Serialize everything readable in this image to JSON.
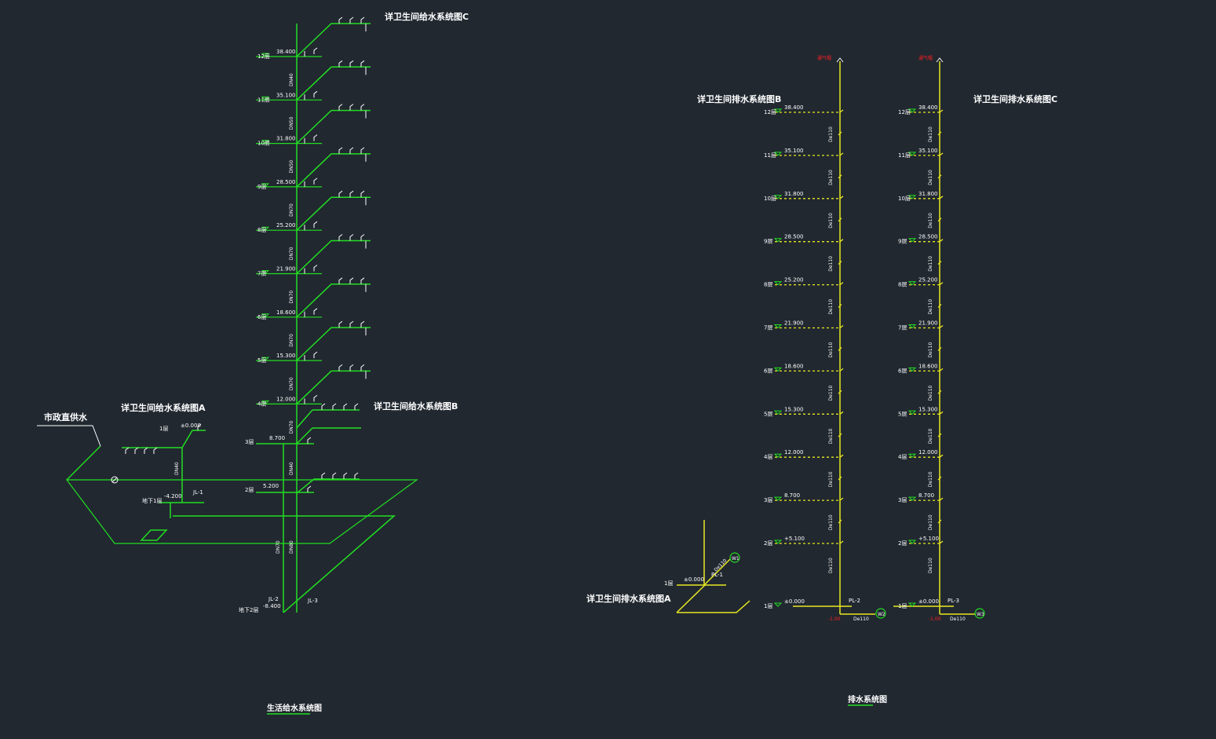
{
  "colors": {
    "background": "#212830",
    "supply_pipe": "#22dd22",
    "drain_pipe": "#e8e820",
    "text": "#ffffff",
    "marker_red": "#ff2020",
    "fixture": "#ffffff"
  },
  "supply": {
    "main_title": "生活给水系统图",
    "title_a": "详卫生间给水系统图A",
    "title_b": "详卫生间给水系统图B",
    "title_c": "详卫生间给水系统图C",
    "municipal_label": "市政直供水",
    "floors": [
      {
        "floor": "12层",
        "elev": "38.400",
        "pipe": "DN40"
      },
      {
        "floor": "11层",
        "elev": "35.100",
        "pipe": "DN50"
      },
      {
        "floor": "10层",
        "elev": "31.800",
        "pipe": "DN50"
      },
      {
        "floor": "9层",
        "elev": "28.500",
        "pipe": "DN70"
      },
      {
        "floor": "8层",
        "elev": "25.200",
        "pipe": "DN70"
      },
      {
        "floor": "7层",
        "elev": "21.900",
        "pipe": "DN70"
      },
      {
        "floor": "6层",
        "elev": "18.600",
        "pipe": "DN70"
      },
      {
        "floor": "5层",
        "elev": "15.300",
        "pipe": "DN70"
      },
      {
        "floor": "4层",
        "elev": "12.000",
        "pipe": "DN70"
      }
    ],
    "lower": {
      "floor1": "1层",
      "elev1": "±0.000",
      "floor3": "3层",
      "elev3": "8.700",
      "floor2": "2层",
      "elev2": "5.200",
      "basement": "地下1层",
      "elev_b": "-4.200",
      "tag_1": "JL-1",
      "basement2": "地下2层",
      "elev_b2": "-8.400",
      "tag_2": "JL-2",
      "tag_3": "JL-3",
      "riser_a": "DN40",
      "riser_main_1": "DN70",
      "riser_main_2": "DN80",
      "riser_mid": "DN40"
    }
  },
  "drain": {
    "main_title": "排水系统图",
    "title_a": "详卫生间排水系统图A",
    "title_b": "详卫生间排水系统图B",
    "title_c": "详卫生间排水系统图C",
    "top_marker": "通气帽",
    "pipe_label": "De110",
    "floors": [
      {
        "floor": "12层",
        "elev": "38.400"
      },
      {
        "floor": "11层",
        "elev": "35.100"
      },
      {
        "floor": "10层",
        "elev": "31.800"
      },
      {
        "floor": "9层",
        "elev": "28.500"
      },
      {
        "floor": "8层",
        "elev": "25.200"
      },
      {
        "floor": "7层",
        "elev": "21.900"
      },
      {
        "floor": "6层",
        "elev": "18.600"
      },
      {
        "floor": "5层",
        "elev": "15.300"
      },
      {
        "floor": "4层",
        "elev": "12.000"
      },
      {
        "floor": "3层",
        "elev": "8.700"
      },
      {
        "floor": "2层",
        "elev": "+5.100"
      },
      {
        "floor": "1层",
        "elev": "±0.000"
      }
    ],
    "bottom": {
      "tag_b": "PL-2",
      "tag_c": "PL-3",
      "tag_a": "PL-1",
      "red_b": "-1.00",
      "red_c": "-1.00",
      "outlet_b": "W2",
      "outlet_c": "W3",
      "outlet_a": "W1",
      "a_floor": "1层",
      "a_elev": "±0.000",
      "a_pipe": "De110"
    }
  }
}
